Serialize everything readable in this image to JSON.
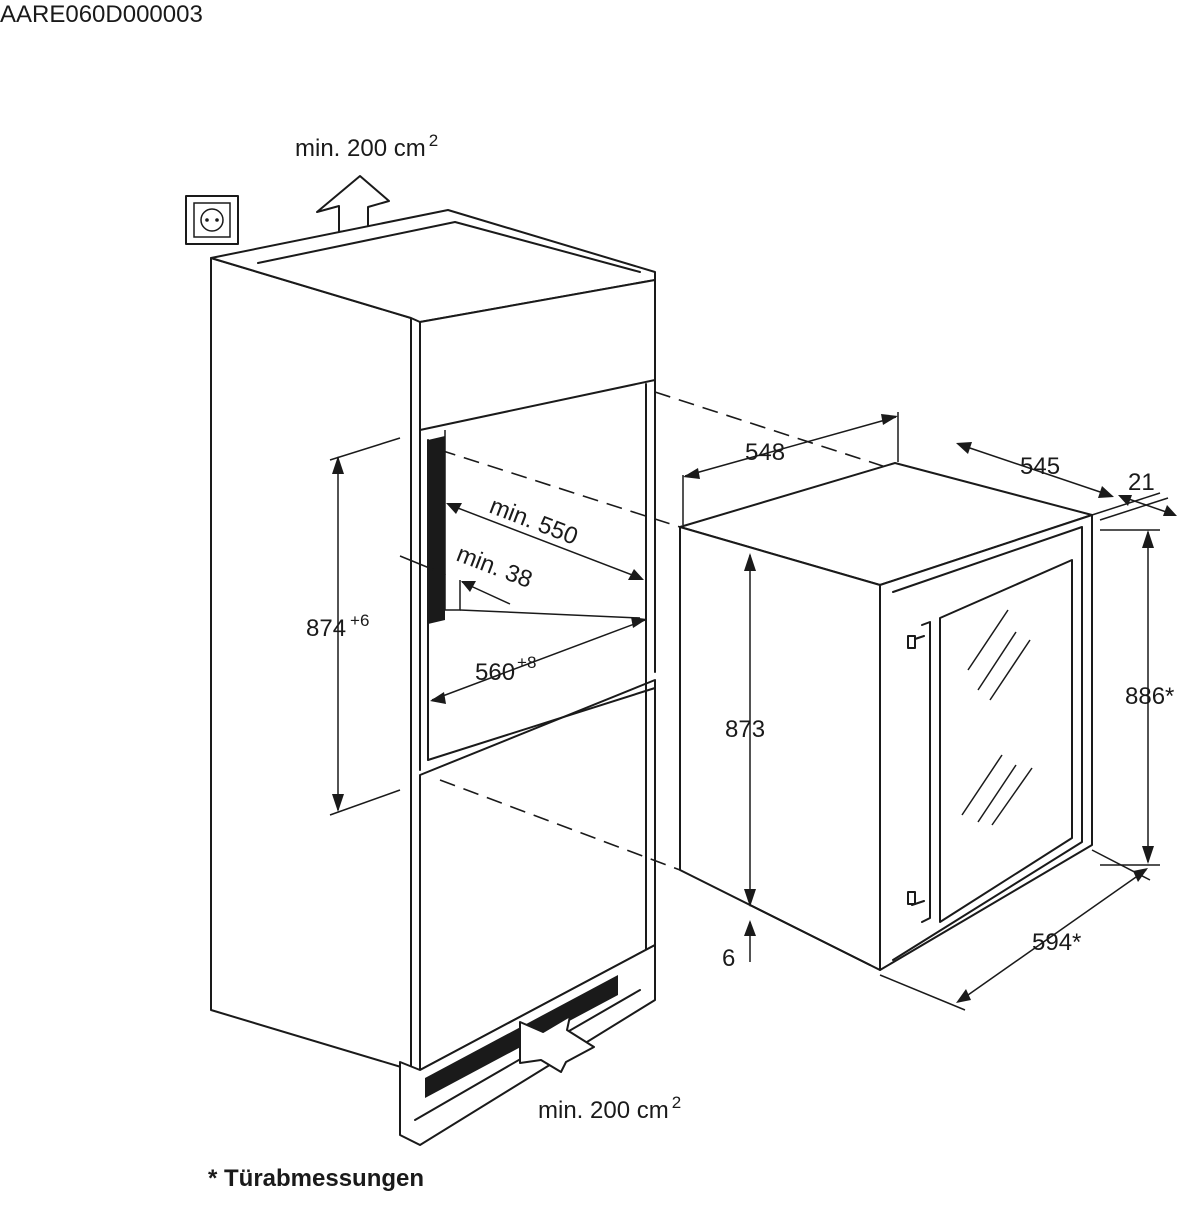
{
  "diagram": {
    "code": "AARE060D000003",
    "vent_top": "min. 200 cm",
    "vent_top_exp": "2",
    "vent_bottom": "min. 200 cm",
    "vent_bottom_exp": "2",
    "niche_height": "874",
    "niche_height_tol": "+6",
    "niche_depth_min": "min. 550",
    "side_gap_min": "min. 38",
    "niche_width": "560",
    "niche_width_tol": "+8",
    "appliance_depth": "548",
    "appliance_door_depth": "545",
    "door_thickness": "21",
    "appliance_height": "873",
    "door_height": "886*",
    "door_width": "594*",
    "foot_gap": "6",
    "footnote": "* Türabmessungen"
  },
  "icons": [
    "power-socket-icon",
    "airflow-arrow-up-icon",
    "airflow-arrow-in-icon"
  ]
}
